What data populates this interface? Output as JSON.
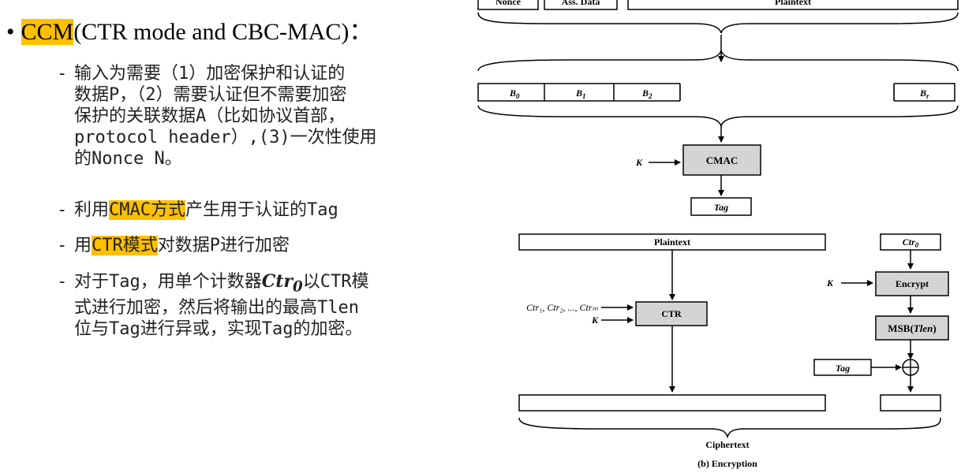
{
  "slide": {
    "main_bullet": {
      "dot": "•",
      "highlight": "CCM",
      "rest": "(CTR mode and CBC-MAC)："
    },
    "sub1": {
      "dash": "-",
      "lines": [
        "输入为需要（1）加密保护和认证的",
        "数据P，（2）需要认证但不需要加密",
        "保护的关联数据A（比如协议首部，",
        "protocol header）,(3)一次性使用",
        "的Nonce N。"
      ]
    },
    "sub2": {
      "dash": "-",
      "pre": "利用",
      "highlight": "CMAC方式",
      "post": "产生用于认证的Tag"
    },
    "sub3": {
      "dash": "-",
      "pre": "用",
      "highlight": "CTR模式",
      "post": "对数据P进行加密"
    },
    "sub4": {
      "dash": "-",
      "pre": "对于Tag，用单个计数器",
      "ctr": "Ctr",
      "ctr_sub": "0",
      "post": "以CTR模",
      "lines": [
        "式进行加密，然后将输出的最高Tlen",
        "位与Tag进行异或，实现Tag的加密。"
      ]
    }
  },
  "diagram": {
    "top_boxes": [
      "Nonce",
      "Ass. Data",
      "Plaintext"
    ],
    "blocks": [
      {
        "base": "B",
        "sub": "0"
      },
      {
        "base": "B",
        "sub": "1"
      },
      {
        "base": "B",
        "sub": "2"
      },
      {
        "base": "B",
        "sub": "r"
      }
    ],
    "k_label": "K",
    "cmac": "CMAC",
    "tag": "Tag",
    "plaintext": "Plaintext",
    "ctr0": {
      "base": "Ctr",
      "sub": "0"
    },
    "encrypt": "Encrypt",
    "msb": {
      "pre": "MSB(",
      "italic": "Tlen",
      "post": ")"
    },
    "ctr_inputs": "Ctr₁, Ctr₂, ..., Ctrₘ",
    "ctr": "CTR",
    "ciphertext": "Ciphertext",
    "caption": "(b) Encryption"
  },
  "colors": {
    "highlight": "#FFC000",
    "box_gray": "#d4d4d4"
  }
}
